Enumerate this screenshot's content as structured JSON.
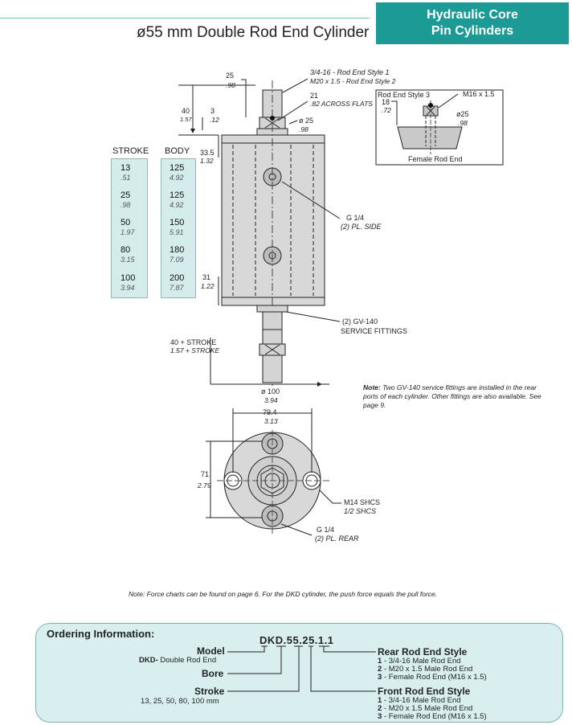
{
  "header": {
    "title": "ø55 mm Double Rod End Cylinder",
    "badge_line1": "Hydraulic Core",
    "badge_line2": "Pin Cylinders"
  },
  "drawing": {
    "dim_25": "25",
    "dim_98": ".98",
    "dim_40": "40",
    "dim_157": "1.57",
    "dim_3": "3",
    "dim_12": ".12",
    "thread1": "3/4-16 - Rod End Style 1",
    "thread2": "M20 x 1.5 - Rod End Style 2",
    "flats_21": "21",
    "flats_txt": ".82 ACROSS FLATS",
    "dia25": "ø 25",
    "dia25_in": ".98",
    "dim_335": "33.5",
    "dim_132": "1.32",
    "g14_side": "G 1/4",
    "g14_side_sub": "(2) PL. SIDE",
    "dim_31": "31",
    "dim_122": "1.22",
    "gv_label": "(2) GV-140",
    "gv_label2": "SERVICE FITTINGS",
    "stroke_dim": "40 + STROKE",
    "stroke_dim_in": "1.57 + STROKE",
    "dia100": "ø 100",
    "dia100_in": "3.94",
    "dim_794": "79.4",
    "dim_313": "3.13",
    "dim_71": "71",
    "dim_279": "2.79",
    "m14": "M14 SHCS",
    "m14_in": "1/2 SHCS",
    "g14_rear": "G 1/4",
    "g14_rear_sub": "(2) PL. REAR",
    "inset_title": "Rod End Style 3",
    "inset_18": "18",
    "inset_72": ".72",
    "inset_m16": "M16 x 1.5",
    "inset_dia25": "ø25",
    "inset_98": ".98",
    "inset_caption": "Female Rod End"
  },
  "table": {
    "stroke_header": "STROKE",
    "body_header": "BODY",
    "rows": [
      {
        "stroke": "13",
        "stroke_in": ".51",
        "body": "125",
        "body_in": "4.92"
      },
      {
        "stroke": "25",
        "stroke_in": ".98",
        "body": "125",
        "body_in": "4.92"
      },
      {
        "stroke": "50",
        "stroke_in": "1.97",
        "body": "150",
        "body_in": "5.91"
      },
      {
        "stroke": "80",
        "stroke_in": "3.15",
        "body": "180",
        "body_in": "7.09"
      },
      {
        "stroke": "100",
        "stroke_in": "3.94",
        "body": "200",
        "body_in": "7.87"
      }
    ]
  },
  "notes": {
    "gv_note_bold": "Note:",
    "gv_note": "Two GV-140 service fittings are installed in the rear ports of each cylinder.  Other fittings are also available.  See page 9.",
    "force_note": "Note:  Force charts can be found on page 6.  For the DKD cylinder, the push force equals the pull force."
  },
  "ordering": {
    "title": "Ordering Information:",
    "code": "DKD.55.25.1.1",
    "model_label": "Model",
    "model_desc_bold": "DKD-",
    "model_desc": "Double Rod End",
    "bore_label": "Bore",
    "stroke_label": "Stroke",
    "stroke_options": "13, 25, 50, 80, 100 mm",
    "rear_title": "Rear Rod End Style",
    "rear_opts": [
      {
        "num": "1",
        "text": "- 3/4-16 Male Rod End"
      },
      {
        "num": "2",
        "text": "- M20 x 1.5 Male Rod End"
      },
      {
        "num": "3",
        "text": "- Female Rod End (M16 x 1.5)"
      }
    ],
    "front_title": "Front Rod End Style",
    "front_opts": [
      {
        "num": "1",
        "text": "- 3/4-16 Male Rod End"
      },
      {
        "num": "2",
        "text": "- M20 x 1.5 Male Rod End"
      },
      {
        "num": "3",
        "text": "- Female Rod End (M16 x 1.5)"
      }
    ]
  }
}
